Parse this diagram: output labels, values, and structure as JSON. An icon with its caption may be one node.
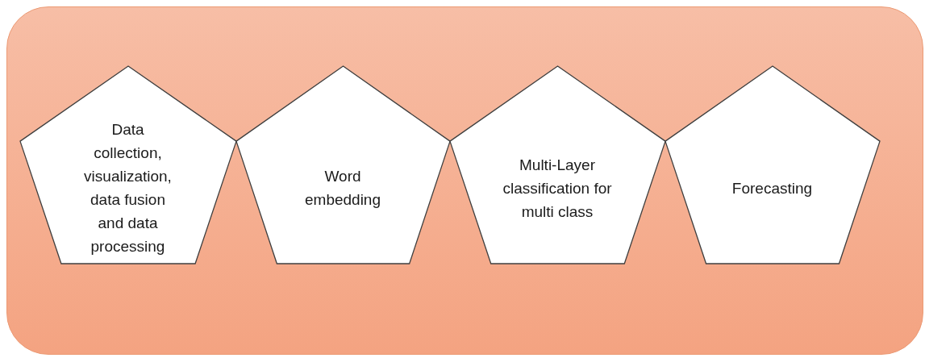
{
  "diagram": {
    "nodes": [
      {
        "text": [],
        "shape": "box"
      },
      {
        "text": [
          "Data collection, visualization, data fusion and data processing"
        ],
        "in": 0
      },
      {
        "text": [
          "Word embedding"
        ],
        "in": 0
      },
      {
        "text": [
          "Multi-Layer classification for multi class"
        ],
        "in": 0
      },
      {
        "text": [
          "Forecasting"
        ],
        "in": 0
      }
    ]
  }
}
